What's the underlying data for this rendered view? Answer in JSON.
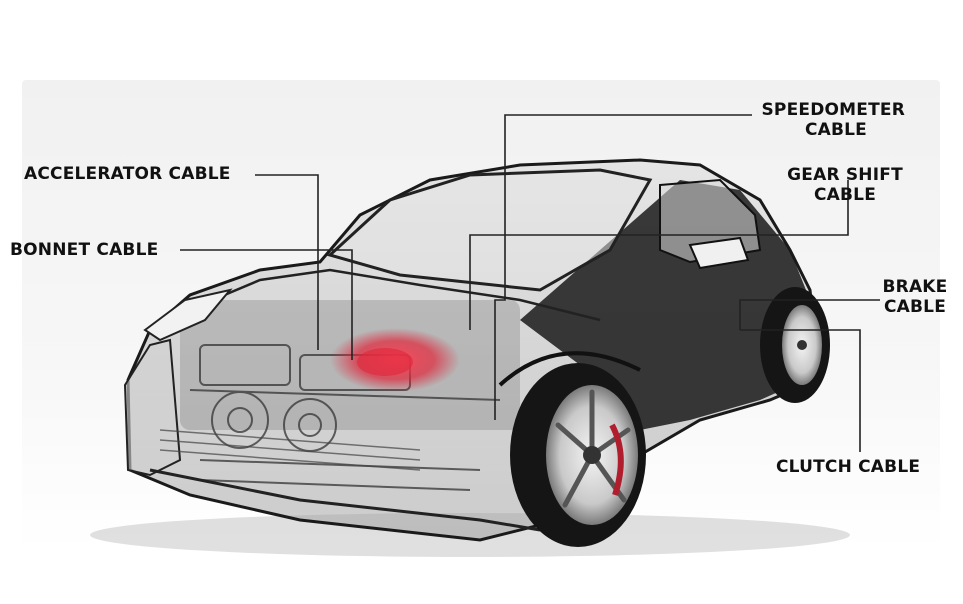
{
  "labels": {
    "speedometer": [
      "SPEEDOMETER",
      "CABLE"
    ],
    "accelerator": "ACCELERATOR CABLE",
    "gear_shift": [
      "GEAR SHIFT",
      "CABLE"
    ],
    "bonnet": "BONNET CABLE",
    "brake": [
      "BRAKE",
      "CABLE"
    ],
    "clutch": "CLUTCH CABLE"
  },
  "colors": {
    "text": "#111111",
    "leader_line": "#222222",
    "engine_highlight": "#e0263a",
    "car_body": "#1a1a1a"
  }
}
